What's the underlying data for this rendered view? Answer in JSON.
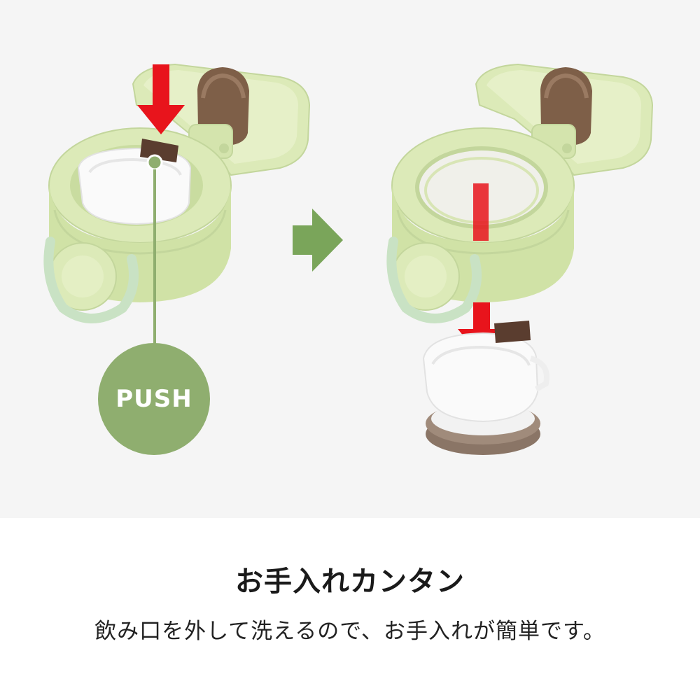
{
  "push_callout": {
    "label": "PUSH",
    "color": "#8fae6f"
  },
  "caption": {
    "headline": "お手入れカンタン",
    "body": "飲み口を外して洗えるので、お手入れが簡単です。"
  },
  "colors": {
    "cap_green": "#dceab8",
    "cap_green_shade": "#c9dca0",
    "handle_mint": "#c9e2c4",
    "button_brown": "#7e5f48",
    "latch_brown": "#5a3d2f",
    "arrow_red": "#e8141c",
    "step_arrow_green": "#7aa55a",
    "spout_white": "#fafafa",
    "gasket_brown": "#8a7566"
  },
  "icons": [
    "push-arrow-icon",
    "step-arrow-icon",
    "remove-arrow-icon"
  ]
}
